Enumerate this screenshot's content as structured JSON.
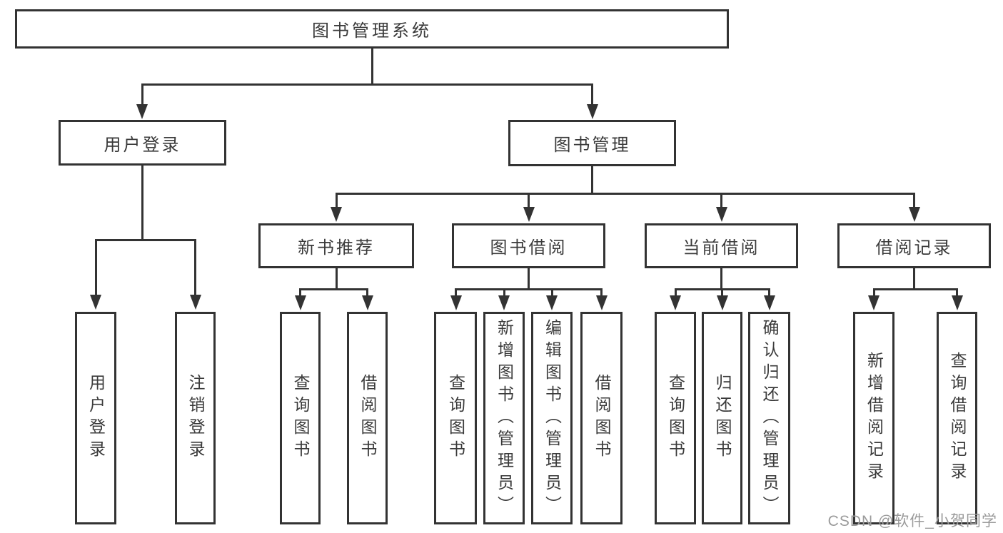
{
  "colors": {
    "line": "#333333",
    "text": "#3a3a3a",
    "watermark": "#9b9b9b",
    "background": "#ffffff"
  },
  "tree": {
    "root": {
      "label": "图书管理系统",
      "children": [
        {
          "label": "用户登录",
          "children": [
            {
              "label": "用户登录"
            },
            {
              "label": "注销登录"
            }
          ]
        },
        {
          "label": "图书管理",
          "children": [
            {
              "label": "新书推荐",
              "children": [
                {
                  "label": "查询图书"
                },
                {
                  "label": "借阅图书"
                }
              ]
            },
            {
              "label": "图书借阅",
              "children": [
                {
                  "label": "查询图书"
                },
                {
                  "label": "新增图书（管理员）"
                },
                {
                  "label": "编辑图书（管理员）"
                },
                {
                  "label": "借阅图书"
                }
              ]
            },
            {
              "label": "当前借阅",
              "children": [
                {
                  "label": "查询图书"
                },
                {
                  "label": "归还图书"
                },
                {
                  "label": "确认归还（管理员）"
                }
              ]
            },
            {
              "label": "借阅记录",
              "children": [
                {
                  "label": "新增借阅记录"
                },
                {
                  "label": "查询借阅记录"
                }
              ]
            }
          ]
        }
      ]
    }
  },
  "watermark": {
    "text": "CSDN @软件_小贺同学"
  }
}
